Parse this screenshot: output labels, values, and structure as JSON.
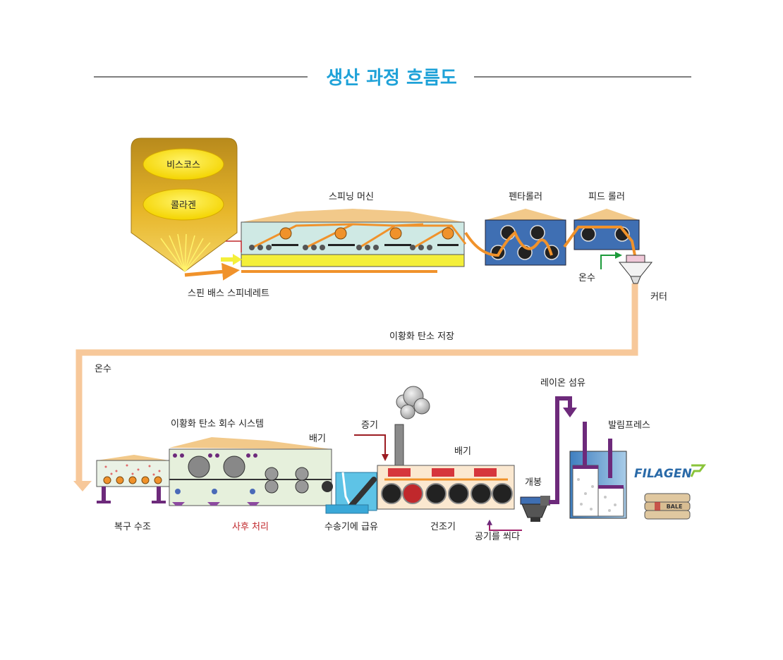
{
  "title": "생산 과정 흐름도",
  "labels": {
    "viscose": "비스코스",
    "collagen": "콜라겐",
    "spin_bath": "스핀 배스 스피네레트",
    "spinning_machine": "스피닝 머신",
    "penta_roller": "펜타롤러",
    "feed_roller": "피드 롤러",
    "warm_water_top": "온수",
    "cutter": "커터",
    "cs2_storage": "이황화 탄소 저장",
    "warm_water_left": "온수",
    "cs2_recovery": "이황화 탄소 회수 시스템",
    "exhaust_1": "배기",
    "steam": "증기",
    "exhaust_2": "배기",
    "rayon_fiber": "레이온 섬유",
    "baling_press": "발림프레스",
    "opener": "개봉",
    "recovery_tank": "복구 수조",
    "post_treatment": "사후 처리",
    "conveyor_feed": "수송기에 급유",
    "dryer": "건조기",
    "air_blow": "공기를 쐬다"
  },
  "logo": {
    "text": "FILAGEN"
  },
  "bale_text": "BALE",
  "colors": {
    "title": "#1fa2d8",
    "flow": "#f7c89a",
    "orange": "#f0922b",
    "tank_fill": "#d8ede8",
    "tank_yellow": "#f4ef3a",
    "roller_box": "#3f6fb3",
    "dryer_red": "#d6363c",
    "purple": "#6d2a7b",
    "dark_red": "#9c1c22",
    "green_pipe": "#1c9a3a",
    "post_label": "#c0282c"
  }
}
